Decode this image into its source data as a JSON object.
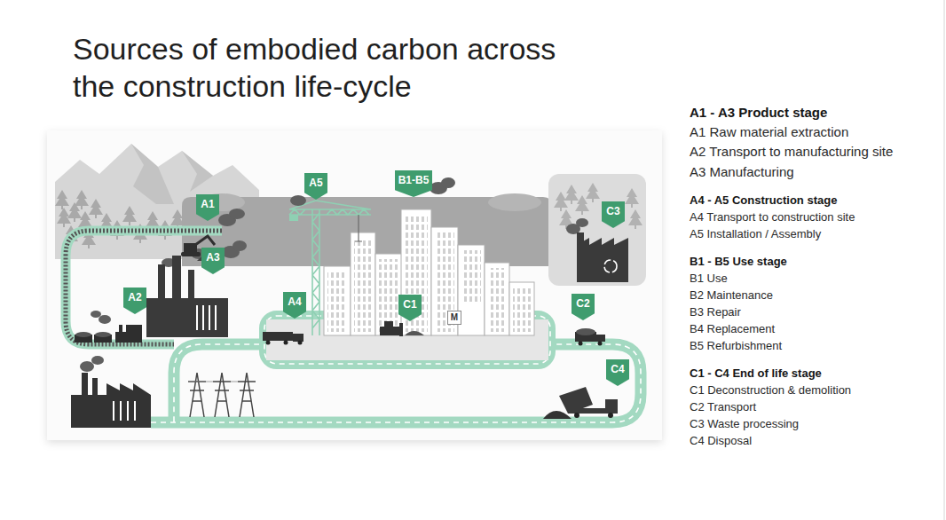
{
  "diagram": {
    "title": "Sources of embodied carbon across the construction life-cycle",
    "nodes": [
      {
        "text": [
          "A5"
        ]
      },
      {
        "text": [
          "B1-B5"
        ]
      },
      {
        "text": [
          "A1"
        ]
      },
      {
        "text": [
          "C3"
        ]
      },
      {
        "text": [
          "A3"
        ]
      },
      {
        "text": [
          "A2"
        ]
      },
      {
        "text": [
          "A4"
        ]
      },
      {
        "text": [
          "C1"
        ]
      },
      {
        "text": [
          "M"
        ]
      },
      {
        "text": [
          "C2"
        ]
      },
      {
        "text": [
          "C4"
        ]
      }
    ],
    "labels": [
      "A1 - A3 Product stage",
      "A1 Raw material extraction",
      "A2 Transport to manufacturing site",
      "A3 Manufacturing",
      "A4 - A5 Construction stage",
      "A4 Transport to construction site",
      "A5 Installation / Assembly",
      "B1 - B5 Use stage",
      "B1 Use",
      "B2 Maintenance",
      "B3 Repair",
      "B4 Replacement",
      "B5 Refurbishment",
      "C1 - C4 End of life stage",
      "C1 Deconstruction & demolition",
      "C2 Transport",
      "C3 Waste processing",
      "C4 Disposal"
    ]
  }
}
